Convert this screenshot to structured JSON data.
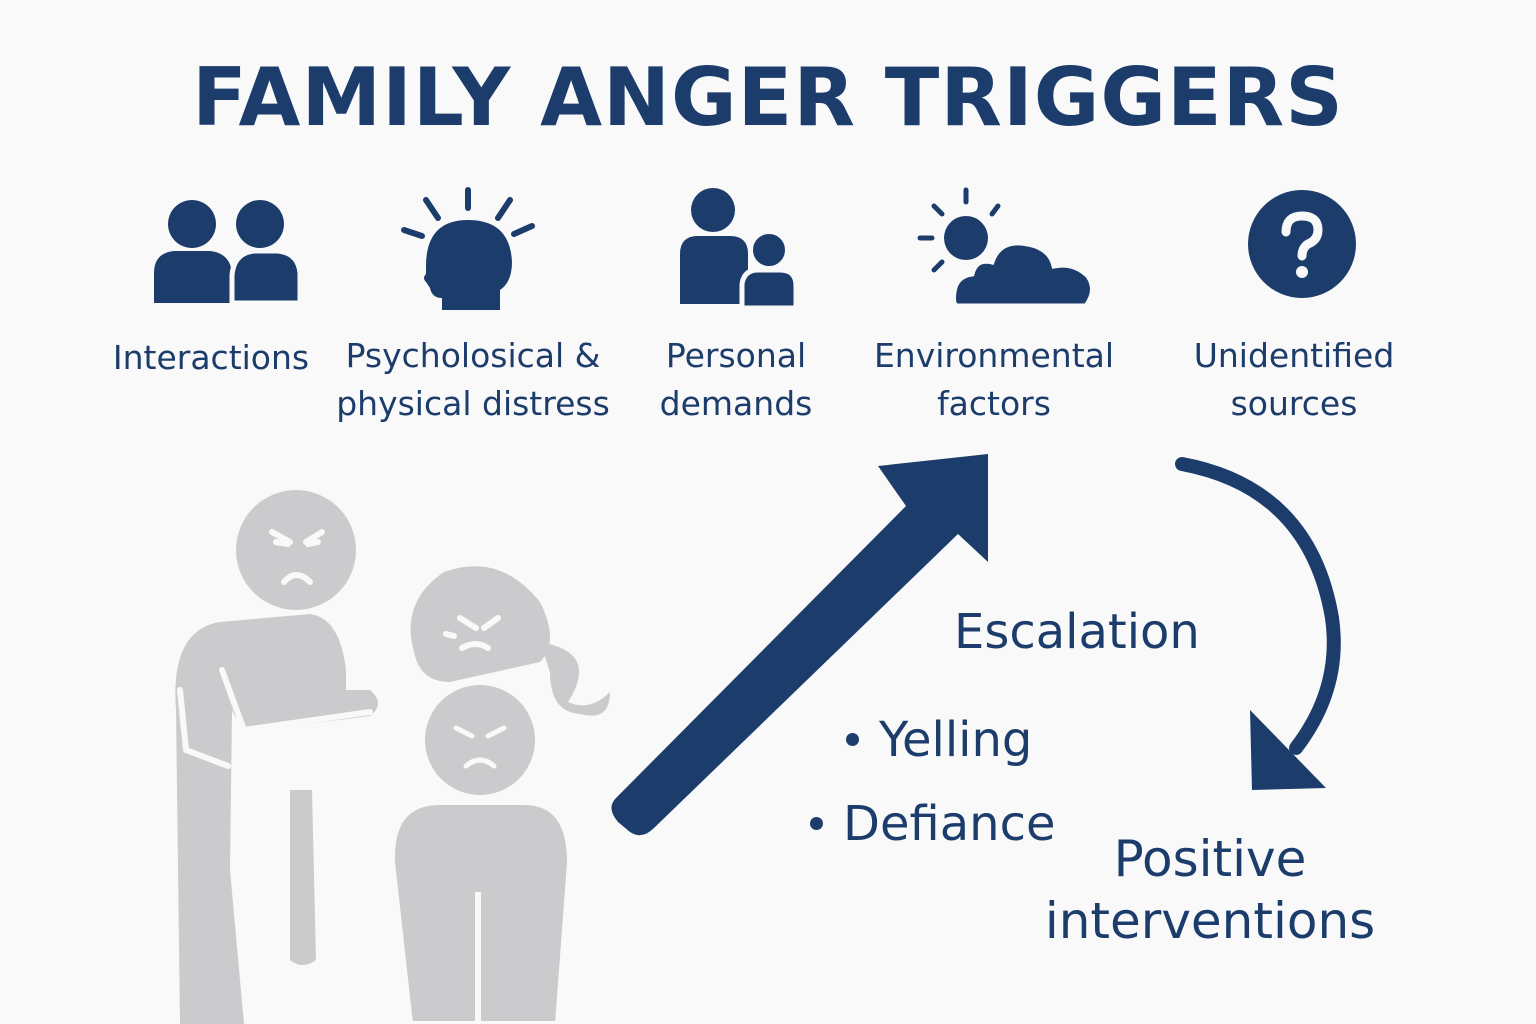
{
  "title": "FAMILY ANGER TRIGGERS",
  "categories": [
    {
      "icon": "two-people-icon",
      "lines": [
        "Interactions"
      ]
    },
    {
      "icon": "head-distress-icon",
      "lines": [
        "Psycholosical &",
        "physical distress"
      ]
    },
    {
      "icon": "parent-child-icon",
      "lines": [
        "Personal",
        "demands"
      ]
    },
    {
      "icon": "sun-cloud-icon",
      "lines": [
        "Environmental",
        "factors"
      ]
    },
    {
      "icon": "question-mark-icon",
      "lines": [
        "Unidentified",
        "sources"
      ]
    }
  ],
  "escalation": {
    "heading": "Escalation",
    "bullets": [
      "Yelling",
      "Defiance"
    ]
  },
  "outcome": {
    "lines": [
      "Positive",
      "interventions"
    ]
  },
  "colors": {
    "primary": "#1c3d6b",
    "figure_gray": "#cbcbcd",
    "background": "#f9f9f9"
  }
}
